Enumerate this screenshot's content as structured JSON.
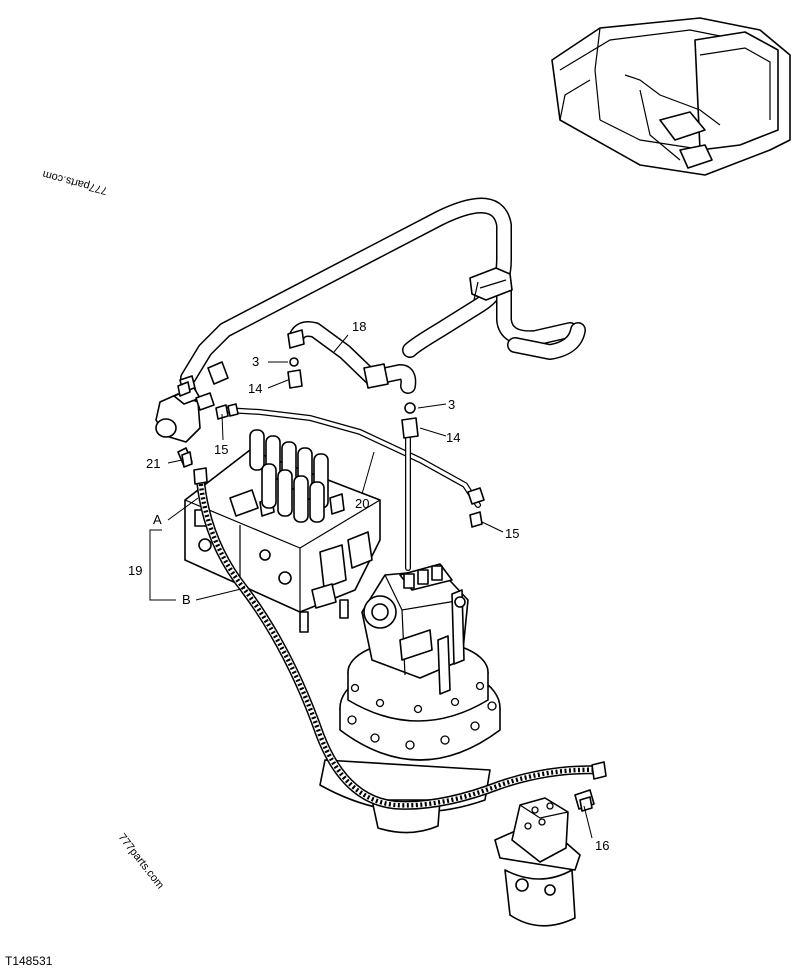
{
  "callouts": {
    "c3a": "3",
    "c3b": "3",
    "c14a": "14",
    "c14b": "14",
    "c15a": "15",
    "c15b": "15",
    "c16": "16",
    "c18": "18",
    "c19": "19",
    "c20": "20",
    "c21": "21",
    "cA": "A",
    "cB": "B"
  },
  "figure_id": "T148531",
  "watermarks": {
    "top": "777parts.com",
    "bottom": "777parts.com"
  }
}
